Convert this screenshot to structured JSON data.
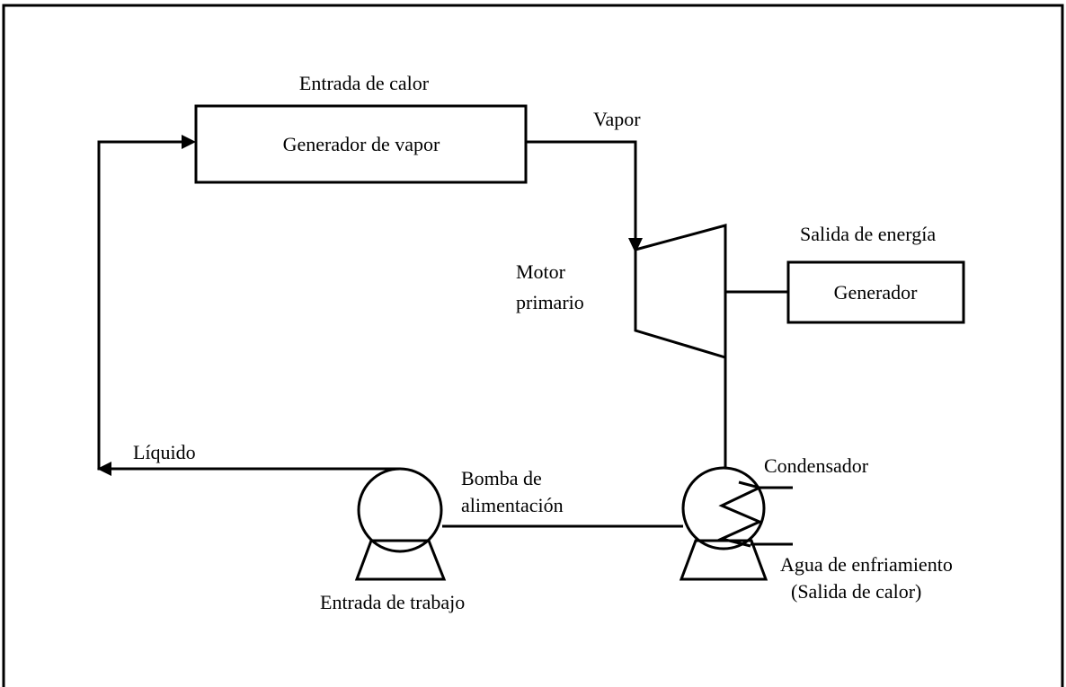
{
  "diagram": {
    "labels": {
      "heat_input": "Entrada de calor",
      "steam_generator": "Generador de vapor",
      "steam": "Vapor",
      "energy_output": "Salida de energía",
      "prime_mover_line1": "Motor",
      "prime_mover_line2": "primario",
      "generator": "Generador",
      "liquid": "Líquido",
      "feed_pump_line1": "Bomba de",
      "feed_pump_line2": "alimentación",
      "condenser": "Condensador",
      "work_input": "Entrada de trabajo",
      "cooling_water_line1": "Agua de enfriamiento",
      "cooling_water_line2": "(Salida de calor)"
    }
  }
}
